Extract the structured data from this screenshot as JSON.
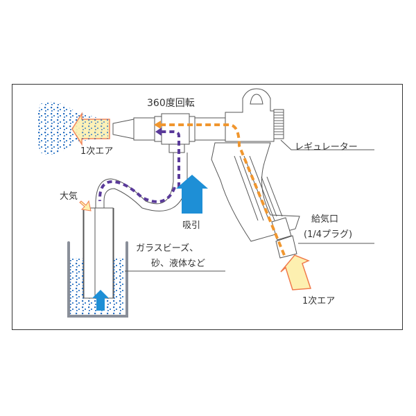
{
  "diagram": {
    "type": "air-gun suction spray schematic",
    "labels": {
      "rotation": "360度回転",
      "primary_air_out": "1次エア",
      "regulator": "レギュレーター",
      "atmosphere": "大気",
      "suction": "吸引",
      "material_line1": "ガラスビーズ、",
      "material_line2": "砂、液体など",
      "inlet_line1": "給気口",
      "inlet_line2": "(1/4プラグ)",
      "primary_air_in": "1次エア"
    },
    "colors": {
      "frame": "#333333",
      "outline": "#555555",
      "primary_air_path": "#f0962e",
      "suction_path": "#5a3a9a",
      "suction_arrow": "#1e8fd6",
      "air_arrow_fill": "#fdf0b0",
      "air_arrow_stroke": "#f07a4a",
      "particles": "#2a6fc0",
      "container": "#8a8f99"
    },
    "flows": [
      {
        "name": "primary-air",
        "from": "inlet",
        "to": "nozzle",
        "style": "orange-dashed"
      },
      {
        "name": "suction",
        "from": "container",
        "to": "nozzle",
        "style": "purple-dashed"
      }
    ]
  }
}
